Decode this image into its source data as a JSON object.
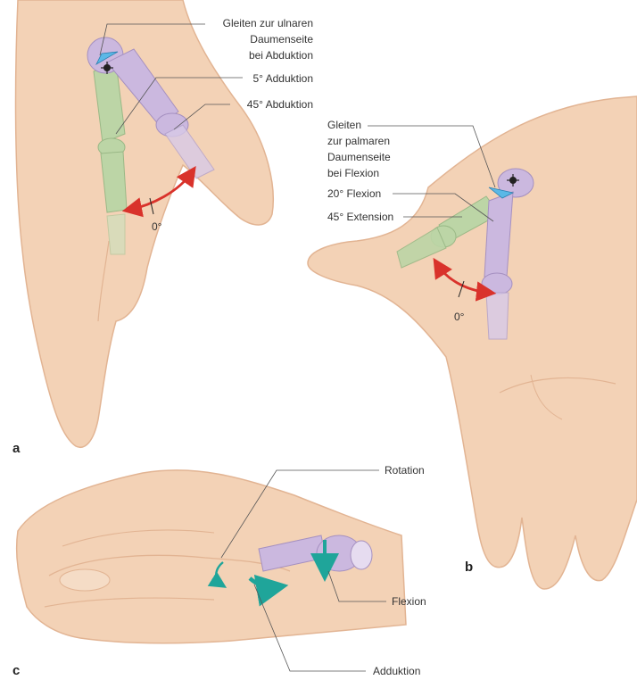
{
  "panels": {
    "a": {
      "letter": "a",
      "labels": {
        "glide_ulnar_1": "Gleiten zur ulnaren",
        "glide_ulnar_2": "Daumenseite",
        "glide_ulnar_3": "bei Abduktion",
        "adduction": "5° Adduktion",
        "abduction": "45° Abduktion",
        "zero": "0°"
      }
    },
    "b": {
      "letter": "b",
      "labels": {
        "glide_palmar_1": "Gleiten",
        "glide_palmar_2": "zur palmaren",
        "glide_palmar_3": "Daumenseite",
        "glide_palmar_4": "bei Flexion",
        "flexion": "20° Flexion",
        "extension": "45° Extension",
        "zero": "0°"
      }
    },
    "c": {
      "letter": "c",
      "labels": {
        "rotation": "Rotation",
        "flexion": "Flexion",
        "adduction": "Adduktion"
      }
    }
  },
  "colors": {
    "skin": "#f3d2b6",
    "skin_shadow": "#e2b493",
    "bone_purple": "#cbb8df",
    "bone_green": "#bcd5a6",
    "arrow_red": "#d9322b",
    "arrow_teal": "#1fa59a",
    "glide_blue": "#5bb8e6"
  }
}
